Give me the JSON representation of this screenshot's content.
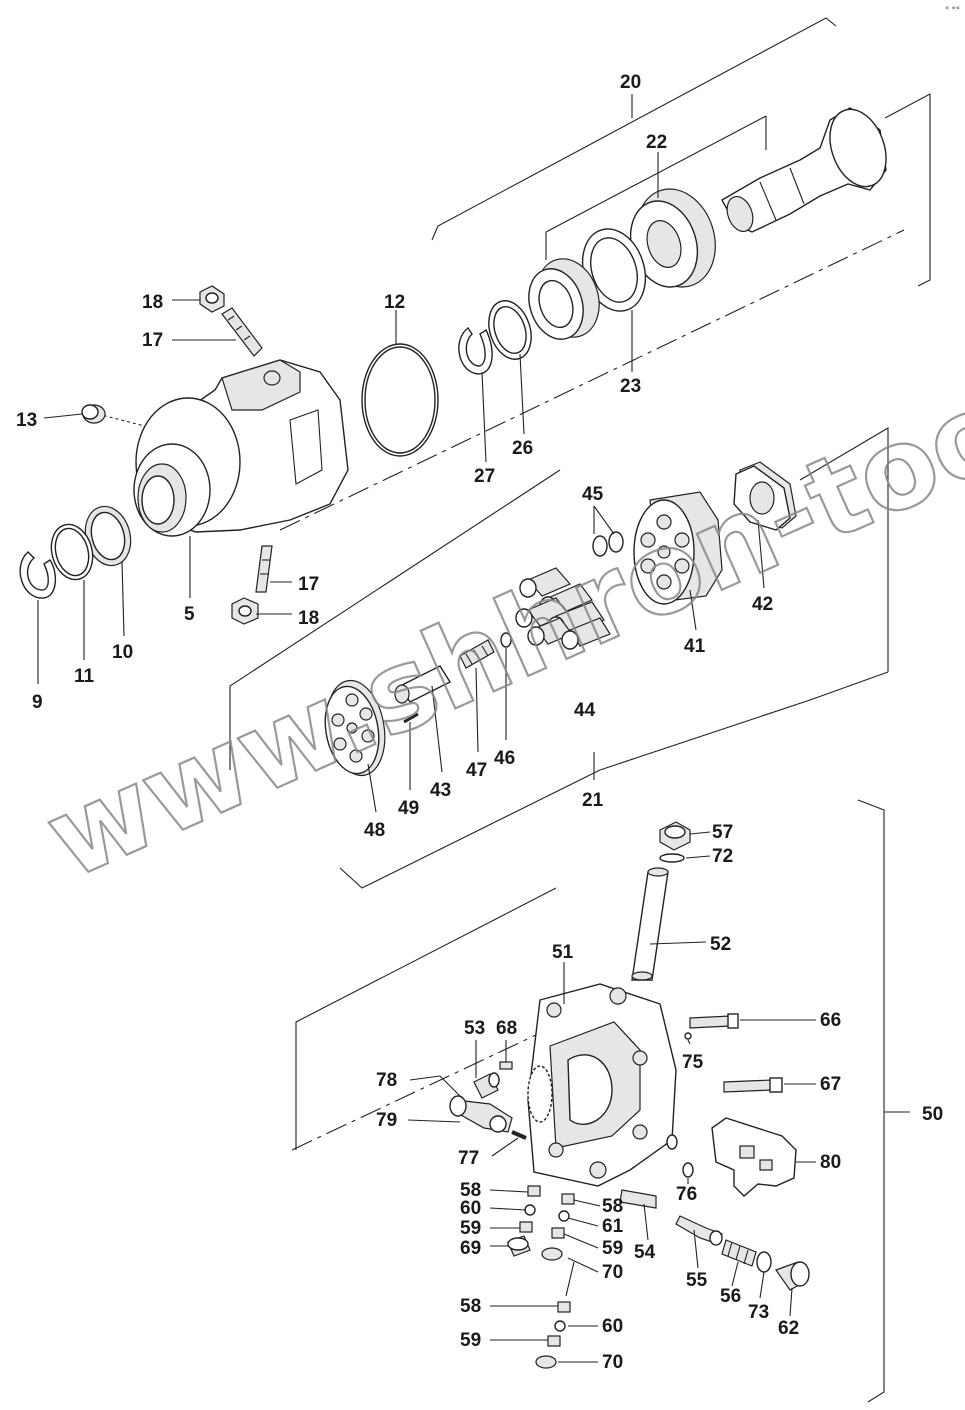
{
  "watermark": "www.shhron-too.kz",
  "corner_mark": "« ««",
  "callouts": {
    "c20": "20",
    "c22": "22",
    "c23": "23",
    "c26": "26",
    "c27": "27",
    "c12": "12",
    "c18a": "18",
    "c17a": "17",
    "c13": "13",
    "c5": "5",
    "c17b": "17",
    "c18b": "18",
    "c9": "9",
    "c11": "11",
    "c10": "10",
    "c45": "45",
    "c42": "42",
    "c41": "41",
    "c44": "44",
    "c46": "46",
    "c47": "47",
    "c43": "43",
    "c49": "49",
    "c48": "48",
    "c21": "21",
    "c57": "57",
    "c72": "72",
    "c52": "52",
    "c51": "51",
    "c66": "66",
    "c53": "53",
    "c68": "68",
    "c75": "75",
    "c78": "78",
    "c67": "67",
    "c50": "50",
    "c79": "79",
    "c77": "77",
    "c80": "80",
    "c76": "76",
    "c58a": "58",
    "c60a": "60",
    "c59a": "59",
    "c69": "69",
    "c58b": "58",
    "c61": "61",
    "c59b": "59",
    "c54": "54",
    "c70a": "70",
    "c55": "55",
    "c56": "56",
    "c73": "73",
    "c62": "62",
    "c58c": "58",
    "c60b": "60",
    "c59c": "59",
    "c70b": "70"
  }
}
